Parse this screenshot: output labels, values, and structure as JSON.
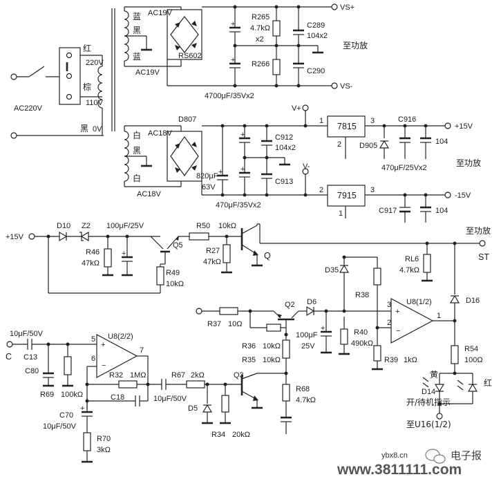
{
  "power_section": {
    "mains": "AC220V",
    "transformer_taps": {
      "primary_colors": [
        "红",
        "棕",
        "黑"
      ],
      "primary_voltages": [
        "220V",
        "110V",
        "0V"
      ],
      "secondary1_colors": [
        "蓝",
        "黑",
        "蓝"
      ],
      "secondary1_voltages": [
        "AC19V",
        "AC19V"
      ],
      "secondary2_colors": [
        "白",
        "黑",
        "白"
      ],
      "secondary2_voltages": [
        "AC18V",
        "AC18V"
      ]
    },
    "bridge1": "RS602",
    "bridge2": "D807",
    "r265": "R265",
    "r265_value": "4.7kΩ",
    "r265_qty": "x2",
    "r266": "R266",
    "c289": "C289",
    "c289_value": "104x2",
    "c290": "C290",
    "main_caps": "4700μF/35Vx2",
    "vs_plus": "VS+",
    "vs_minus": "VS-",
    "to_amp": "至功放",
    "cap_820": "820μF",
    "cap_820_v": "63V",
    "c912": "C912",
    "c912_value": "104x2",
    "c913": "C913",
    "caps_470_35": "470μF/35Vx2",
    "v_plus": "V+",
    "v_minus": "V-",
    "reg_pos": "7815",
    "reg_neg": "7915",
    "pin1": "1",
    "pin2": "2",
    "pin3": "3",
    "c916": "C916",
    "c917": "C917",
    "d905": "D905",
    "cap_104": "104",
    "caps_470_25": "470μF/25Vx2",
    "out_p15": "+15V",
    "out_n15": "-15V"
  },
  "protection_section": {
    "in_p15": "+15V",
    "d10": "D10",
    "z2": "Z2",
    "cap_100_25": "100μF/25V",
    "q5": "Q5",
    "r50": "R50",
    "r50_value": "10kΩ",
    "q": "Q",
    "r46": "R46",
    "r46_value": "47kΩ",
    "r27": "R27",
    "r27_value": "47kΩ",
    "r49": "R49",
    "r49_value": "10kΩ",
    "rl6": "RL6",
    "rl6_value": "4.7kΩ",
    "to_amp": "至功放",
    "st": "ST",
    "d35": "D35",
    "r38": "R38",
    "d16": "D16",
    "u8a": "U8(1/2)",
    "r37": "R37",
    "r37_value": "10Ω",
    "q2": "Q2",
    "d6": "D6",
    "cap_100": "100μF",
    "cap_100_v": "25V",
    "r40": "R40",
    "r40_value": "490kΩ",
    "r36": "R36",
    "r36_value": "10kΩ",
    "r35": "R35",
    "r35_value": "10kΩ",
    "r39": "R39",
    "r39_value": "1kΩ",
    "r54": "R54",
    "r54_value": "100Ω",
    "pin_plus3": "3",
    "pin_minus2": "2",
    "pin_out1": "1",
    "c_in": "C",
    "cap_10_50": "10μF/50V",
    "c13": "C13",
    "c80": "C80",
    "r69": "R69",
    "r_100k": "100kΩ",
    "u8b": "U8(2/2)",
    "pin5": "5",
    "pin6": "6",
    "pin7": "7",
    "r32": "R32",
    "r32_value": "1MΩ",
    "c18": "C18",
    "r67": "R67",
    "r67_value": "2kΩ",
    "cap_10_50b": "10μF/50V",
    "q3": "Q3",
    "d5": "D5",
    "r34": "R34",
    "r34_value": "20kΩ",
    "r68": "R68",
    "r68_value": "4.7kΩ",
    "c70": "C70",
    "c70_value": "10μF/50V",
    "r70": "R70",
    "r70_value": "3kΩ",
    "led_yellow": "黄",
    "led_red": "红",
    "d14": "D14",
    "led_label": "开/待机指示",
    "to_u16": "至U16(1/2)"
  },
  "watermark": {
    "site": "ybx8.cn",
    "brand": "电子报",
    "url": "www.3811111.com"
  }
}
